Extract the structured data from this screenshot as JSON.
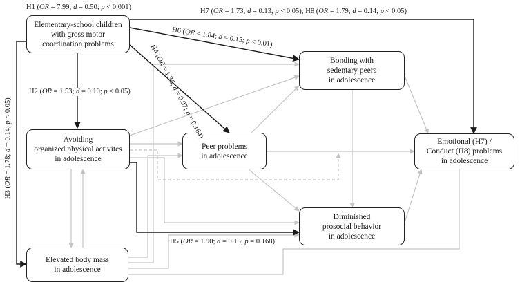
{
  "boxes": {
    "elementary": [
      "Elementary-school children",
      "with gross motor",
      "coordination problems"
    ],
    "avoiding": [
      "Avoiding",
      "organized physical activites",
      "in adolescence"
    ],
    "body_mass": [
      "Elevated body mass",
      "in adolescence"
    ],
    "peer_problems": [
      "Peer problems",
      "in adolescence"
    ],
    "bonding": [
      "Bonding with",
      "sedentary peers",
      "in adolescence"
    ],
    "prosocial": [
      "Diminished",
      "prosocial behavior",
      "in adolescence"
    ],
    "emotional": [
      "Emotional (H7) /",
      "Conduct (H8) problems",
      "in adolescence"
    ]
  },
  "hypotheses": {
    "h1": {
      "id": "H1",
      "or": "7.99",
      "d": "0.50",
      "p": "< 0.001"
    },
    "h2": {
      "id": "H2",
      "or": "1.53",
      "d": "0.10",
      "p": "< 0.05"
    },
    "h3": {
      "id": "H3",
      "or": "1.78",
      "d": "0.14",
      "p": "< 0.05"
    },
    "h4": {
      "id": "H4",
      "or": "1.35",
      "d": "0.07",
      "p": "= 0.164"
    },
    "h5": {
      "id": "H5",
      "or": "1.90",
      "d": "0.15",
      "p": "= 0.168"
    },
    "h6": {
      "id": "H6",
      "or": "1.84",
      "d": "0.15",
      "p": "< 0.01"
    },
    "h7": {
      "id": "H7",
      "or": "1.73",
      "d": "0.13",
      "p": "< 0.05"
    },
    "h8": {
      "id": "H8",
      "or": "1.79",
      "d": "0.14",
      "p": "< 0.05"
    }
  },
  "symbols": {
    "or": "OR",
    "d": "d",
    "p": "p"
  },
  "colors": {
    "main_path": "#1a1a1a",
    "secondary_path": "#c4c4c4"
  }
}
